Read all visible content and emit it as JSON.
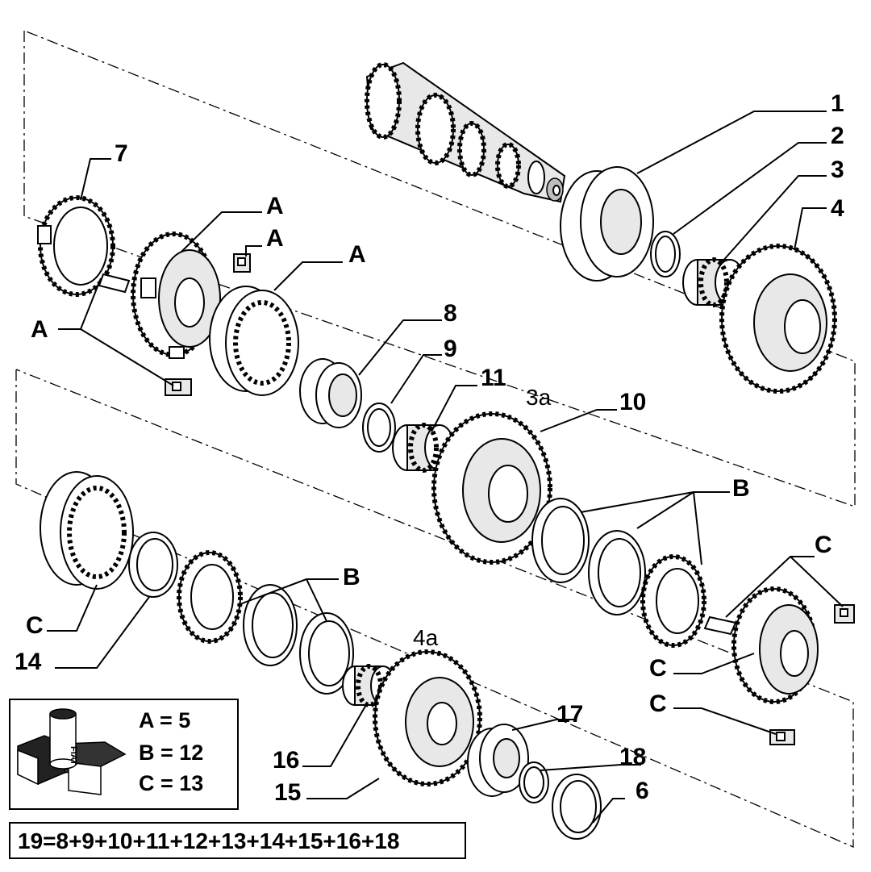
{
  "callouts": {
    "c1": "1",
    "c2": "2",
    "c3": "3",
    "c4": "4",
    "c6": "6",
    "c7": "7",
    "c8": "8",
    "c9": "9",
    "c10": "10",
    "c11": "11",
    "c14": "14",
    "c15": "15",
    "c16": "16",
    "c17": "17",
    "c18": "18",
    "c3a": "3a",
    "c4a": "4a",
    "A1": "A",
    "A2": "A",
    "A3": "A",
    "A4": "A",
    "B1": "B",
    "B2": "B",
    "C1": "C",
    "C2": "C",
    "C3": "C",
    "C4": "C"
  },
  "legend": {
    "a": "A = 5",
    "b": "B = 12",
    "c": "C = 13",
    "brand": "FIAT"
  },
  "formula": "19=8+9+10+11+12+13+14+15+16+18"
}
